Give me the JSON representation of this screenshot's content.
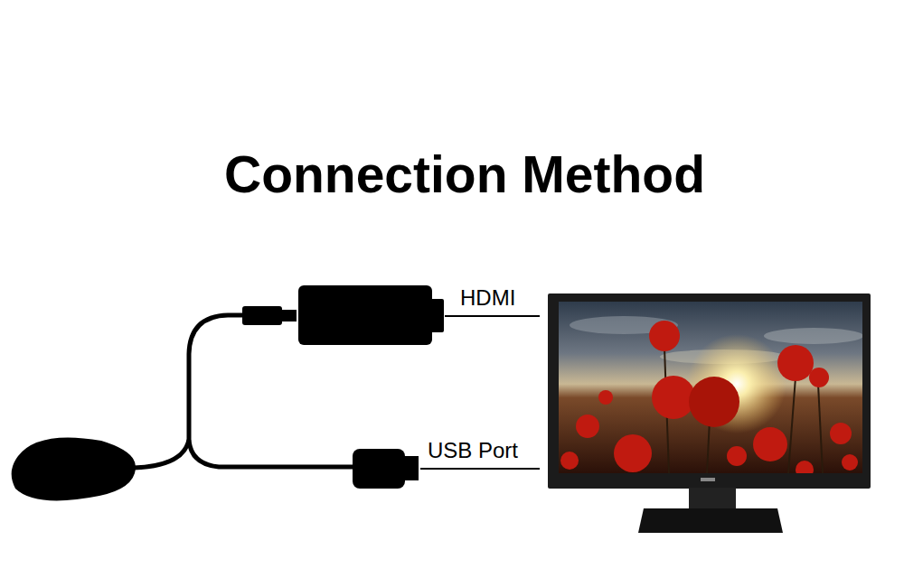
{
  "diagram": {
    "title": "Connection Method",
    "labels": [
      "HDMI",
      "USB Port"
    ]
  }
}
